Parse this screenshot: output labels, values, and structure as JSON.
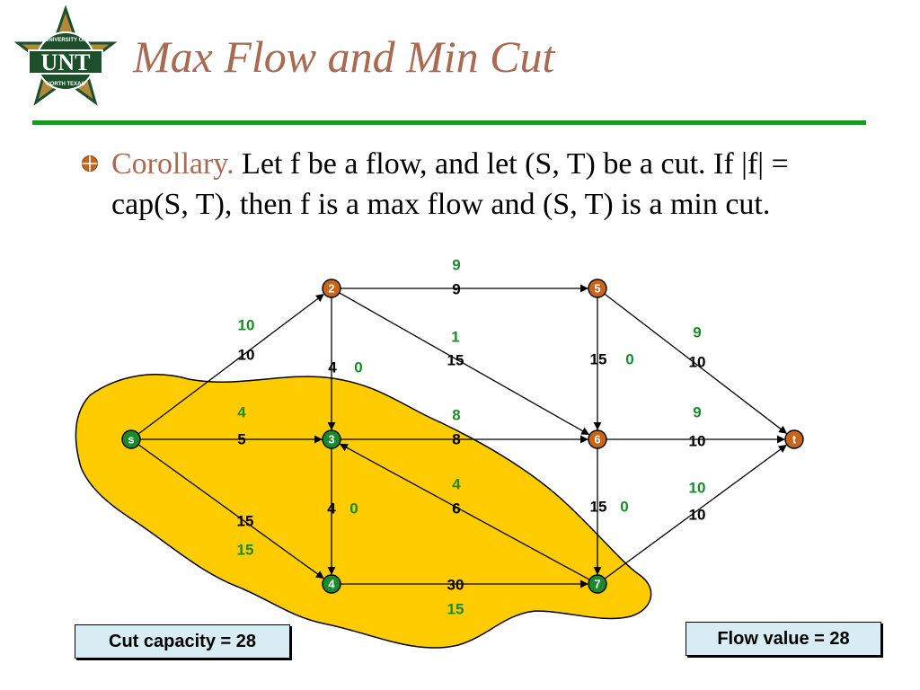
{
  "header": {
    "logo_text": "UNT",
    "logo_ring_top": "UNIVERSITY OF",
    "logo_ring_bottom": "NORTH TEXAS",
    "title": "Max Flow and Min Cut"
  },
  "content": {
    "lead": "Corollary.",
    "text": "  Let f be a flow, and let (S, T) be a cut.  If |f| = cap(S, T), then f is a max flow and (S, T) is a min cut."
  },
  "graph": {
    "nodes": [
      {
        "id": "s",
        "label": "s",
        "color": "#1a8a2a"
      },
      {
        "id": "2",
        "label": "2",
        "color": "#c8651b"
      },
      {
        "id": "3",
        "label": "3",
        "color": "#1a8a2a"
      },
      {
        "id": "4",
        "label": "4",
        "color": "#1a8a2a"
      },
      {
        "id": "5",
        "label": "5",
        "color": "#c8651b"
      },
      {
        "id": "6",
        "label": "6",
        "color": "#c8651b"
      },
      {
        "id": "7",
        "label": "7",
        "color": "#1a8a2a"
      },
      {
        "id": "t",
        "label": "t",
        "color": "#c8651b"
      }
    ],
    "edges": [
      {
        "from": "s",
        "to": "2",
        "capacity": "10",
        "flow": "10"
      },
      {
        "from": "s",
        "to": "3",
        "capacity": "5",
        "flow": "4"
      },
      {
        "from": "s",
        "to": "4",
        "capacity": "15",
        "flow": "15"
      },
      {
        "from": "2",
        "to": "3",
        "capacity": "4",
        "flow": "0"
      },
      {
        "from": "2",
        "to": "5",
        "capacity": "9",
        "flow": "9"
      },
      {
        "from": "2",
        "to": "6",
        "capacity": "15",
        "flow": "1"
      },
      {
        "from": "3",
        "to": "4",
        "capacity": "4",
        "flow": "0"
      },
      {
        "from": "3",
        "to": "6",
        "capacity": "8",
        "flow": "8"
      },
      {
        "from": "7",
        "to": "3",
        "capacity": "6",
        "flow": "4"
      },
      {
        "from": "4",
        "to": "7",
        "capacity": "30",
        "flow": "15"
      },
      {
        "from": "5",
        "to": "6",
        "capacity": "15",
        "flow": "0"
      },
      {
        "from": "5",
        "to": "t",
        "capacity": "10",
        "flow": "9"
      },
      {
        "from": "6",
        "to": "7",
        "capacity": "15",
        "flow": "0"
      },
      {
        "from": "6",
        "to": "t",
        "capacity": "10",
        "flow": "9"
      },
      {
        "from": "7",
        "to": "t",
        "capacity": "10",
        "flow": "10"
      }
    ]
  },
  "cut_capacity_label": "Cut capacity = 28",
  "flow_value_label": "Flow value = 28",
  "colors": {
    "title": "#a86a52",
    "rule": "#19982a",
    "flow_label": "#1a8a2a",
    "cut_region": "#ffcc00",
    "box_fill": "#d8ecf3"
  }
}
